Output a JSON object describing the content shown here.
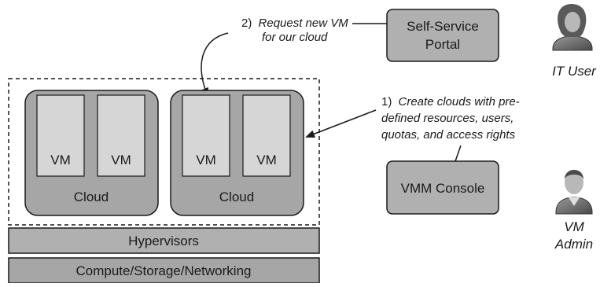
{
  "steps": {
    "step2": {
      "number": "2)",
      "line1": "Request new VM",
      "line2": "for our cloud"
    },
    "step1": {
      "number": "1)",
      "line1": "Create clouds with pre-",
      "line2": "defined resources, users,",
      "line3": "quotas, and access rights"
    }
  },
  "boxes": {
    "portal": {
      "line1": "Self-Service",
      "line2": "Portal"
    },
    "console": "VMM Console",
    "hypervisors": "Hypervisors",
    "infrastructure": "Compute/Storage/Networking"
  },
  "clouds": [
    {
      "label": "Cloud",
      "vms": [
        "VM",
        "VM"
      ]
    },
    {
      "label": "Cloud",
      "vms": [
        "VM",
        "VM"
      ]
    }
  ],
  "people": {
    "it_user": "IT User",
    "vm_admin": {
      "line1": "VM",
      "line2": "Admin"
    }
  },
  "colors": {
    "box_fill": "#b0b0b0",
    "vm_fill": "#d6d6d6",
    "cloud_fill": "#a6a6a6",
    "stroke": "#1a1a1a"
  }
}
